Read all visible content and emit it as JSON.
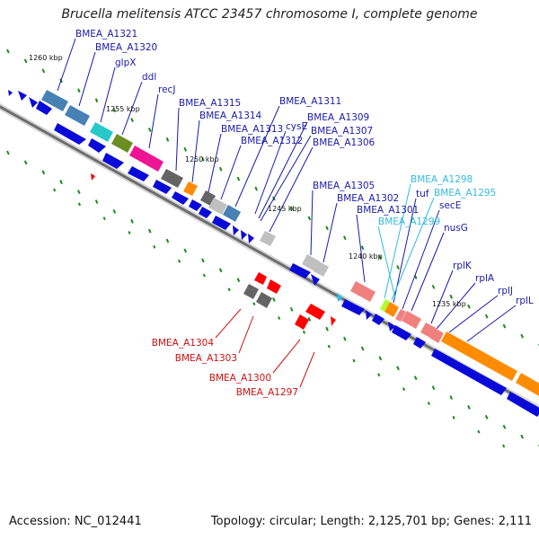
{
  "title": "Brucella melitensis ATCC 23457 chromosome I, complete genome",
  "footer": {
    "accession": "Accession: NC_012441",
    "summary": "Topology: circular; Length: 2,125,701 bp; Genes: 2,111"
  },
  "colors": {
    "forward_label": "#1a1aa8",
    "reverse_label": "#cc1111",
    "rna_label": "#33bbdd",
    "cds_arrow": "#0a0ad8",
    "backbone": "#8a8a8a",
    "tick": "#1a8a1a"
  },
  "kbp_labels": [
    {
      "text": "1260 kbp",
      "pos": 0.11
    },
    {
      "text": "1255 kbp",
      "pos": 0.235
    },
    {
      "text": "1250 kbp",
      "pos": 0.36
    },
    {
      "text": "1245 kbp",
      "pos": 0.5
    },
    {
      "text": "1240 kbp",
      "pos": 0.665
    },
    {
      "text": "1235 kbp",
      "pos": 0.815
    }
  ],
  "features": [
    {
      "id": "BMEA_A1321",
      "label": "BMEA_A1321",
      "strand": "+",
      "type": "CDS",
      "start": 0.1,
      "end": 0.145,
      "color": "#4682b4",
      "labelColor": "forward"
    },
    {
      "id": "BMEA_A1320",
      "label": "BMEA_A1320",
      "strand": "+",
      "type": "CDS",
      "start": 0.148,
      "end": 0.185,
      "color": "#4682b4",
      "labelColor": "forward"
    },
    {
      "id": "glpX",
      "label": "glpX",
      "strand": "+",
      "type": "CDS",
      "start": 0.188,
      "end": 0.218,
      "color": "#28c8c8",
      "labelColor": "forward"
    },
    {
      "id": "ddl",
      "label": "ddl",
      "strand": "+",
      "type": "CDS",
      "start": 0.222,
      "end": 0.255,
      "color": "#6b8e23",
      "labelColor": "forward"
    },
    {
      "id": "recJ",
      "label": "recJ",
      "strand": "+",
      "type": "CDS",
      "start": 0.258,
      "end": 0.315,
      "color": "#ee1493",
      "labelColor": "forward"
    },
    {
      "id": "BMEA_A1315",
      "label": "BMEA_A1315",
      "strand": "+",
      "type": "CDS",
      "start": 0.318,
      "end": 0.345,
      "color": "#646464",
      "labelColor": "forward"
    },
    {
      "id": "BMEA_A1314",
      "label": "BMEA_A1314",
      "strand": "+",
      "type": "CDS",
      "start": 0.348,
      "end": 0.365,
      "color": "#ff8c00",
      "labelColor": "forward"
    },
    {
      "id": "BMEA_A1313",
      "label": "BMEA_A1313",
      "strand": "+",
      "type": "CDS",
      "start": 0.372,
      "end": 0.392,
      "color": "#646464",
      "labelColor": "forward"
    },
    {
      "id": "BMEA_A1312",
      "label": "BMEA_A1312",
      "strand": "+",
      "type": "CDS",
      "start": 0.395,
      "end": 0.42,
      "color": "#c0c0c0",
      "labelColor": "forward"
    },
    {
      "id": "BMEA_A1311",
      "label": "BMEA_A1311",
      "strand": "+",
      "type": "CDS",
      "start": 0.424,
      "end": 0.446,
      "color": "#4682b4",
      "labelColor": "forward"
    },
    {
      "id": "cysE",
      "label": "cysE",
      "strand": "+",
      "type": "CDS",
      "start": 0.45,
      "end": 0.46,
      "color": "#0a0ad8",
      "labelColor": "forward"
    },
    {
      "id": "BMEA_A1309",
      "label": "BMEA_A1309",
      "strand": "+",
      "type": "CDS",
      "start": 0.462,
      "end": 0.472,
      "color": "#0a0ad8",
      "labelColor": "forward"
    },
    {
      "id": "BMEA_A1307",
      "label": "BMEA_A1307",
      "strand": "+",
      "type": "CDS",
      "start": 0.474,
      "end": 0.484,
      "color": "#0a0ad8",
      "labelColor": "forward"
    },
    {
      "id": "BMEA_A1306",
      "label": "BMEA_A1306",
      "strand": "+",
      "type": "CDS",
      "start": 0.505,
      "end": 0.52,
      "color": "#c0c0c0",
      "labelColor": "forward"
    },
    {
      "id": "BMEA_A1305",
      "label": "BMEA_A1305",
      "strand": "+",
      "type": "CDS",
      "start": 0.57,
      "end": 0.59,
      "color": "#c0c0c0",
      "labelColor": "forward"
    },
    {
      "id": "BMEA_A1302",
      "label": "BMEA_A1302",
      "strand": "+",
      "type": "CDS",
      "start": 0.592,
      "end": 0.605,
      "color": "#c0c0c0",
      "labelColor": "forward"
    },
    {
      "id": "BMEA_A1301",
      "label": "BMEA_A1301",
      "strand": "+",
      "type": "CDS",
      "start": 0.655,
      "end": 0.695,
      "color": "#f08080",
      "labelColor": "forward"
    },
    {
      "id": "BMEA_A1298",
      "label": "BMEA_A1298",
      "strand": "+",
      "type": "tRNA",
      "start": 0.705,
      "end": 0.712,
      "color": "#adff2f",
      "labelColor": "rna"
    },
    {
      "id": "tuf",
      "label": "tuf",
      "strand": "+",
      "type": "CDS",
      "start": 0.714,
      "end": 0.728,
      "color": "#ff8c00",
      "labelColor": "forward"
    },
    {
      "id": "BMEA_A1295",
      "label": "BMEA_A1295",
      "strand": "+",
      "type": "tRNA",
      "start": 0.73,
      "end": 0.734,
      "color": "#6fc6ff",
      "labelColor": "rna"
    },
    {
      "id": "secE",
      "label": "secE",
      "strand": "+",
      "type": "CDS",
      "start": 0.738,
      "end": 0.745,
      "color": "#f08080",
      "labelColor": "forward"
    },
    {
      "id": "BMEA_A1299",
      "label": "BMEA_A1299",
      "strand": "+",
      "type": "tRNA",
      "start": 0.748,
      "end": 0.752,
      "color": "#6fc6ff",
      "labelColor": "rna"
    },
    {
      "id": "nusG",
      "label": "nusG",
      "strand": "+",
      "type": "CDS",
      "start": 0.755,
      "end": 0.785,
      "color": "#f08080",
      "labelColor": "forward"
    },
    {
      "id": "rplK",
      "label": "rplK",
      "strand": "+",
      "type": "CDS",
      "start": 0.795,
      "end": 0.815,
      "color": "#f08080",
      "labelColor": "forward"
    },
    {
      "id": "rplA",
      "label": "rplA",
      "strand": "+",
      "type": "CDS",
      "start": 0.818,
      "end": 0.834,
      "color": "#f08080",
      "labelColor": "forward"
    },
    {
      "id": "rplJ",
      "label": "rplJ",
      "strand": "+",
      "type": "CDS",
      "start": 0.837,
      "end": 0.955,
      "color": "#ff8c00",
      "labelColor": "forward"
    },
    {
      "id": "rplL",
      "label": "rplL",
      "strand": "+",
      "type": "CDS",
      "start": 0.957,
      "end": 1.0,
      "color": "#ff8c00",
      "labelColor": "forward"
    },
    {
      "id": "BMEA_A1304",
      "label": "BMEA_A1304",
      "strand": "-",
      "type": "CDS",
      "start": 0.515,
      "end": 0.53,
      "color": "#646464",
      "labelColor": "reverse"
    },
    {
      "id": "BMEA_A1303",
      "label": "BMEA_A1303",
      "strand": "-",
      "type": "CDS",
      "start": 0.535,
      "end": 0.55,
      "color": "#646464",
      "labelColor": "reverse"
    },
    {
      "id": "BMEA_A1300",
      "label": "BMEA_A1300",
      "strand": "-",
      "type": "CDS",
      "start": 0.615,
      "end": 0.63,
      "color": "#ff0000",
      "labelColor": "reverse"
    },
    {
      "id": "BMEA_A1297",
      "label": "BMEA_A1297",
      "strand": "-",
      "type": "CDS",
      "start": 0.634,
      "end": 0.64,
      "color": "#ff0000",
      "labelColor": "reverse"
    }
  ]
}
